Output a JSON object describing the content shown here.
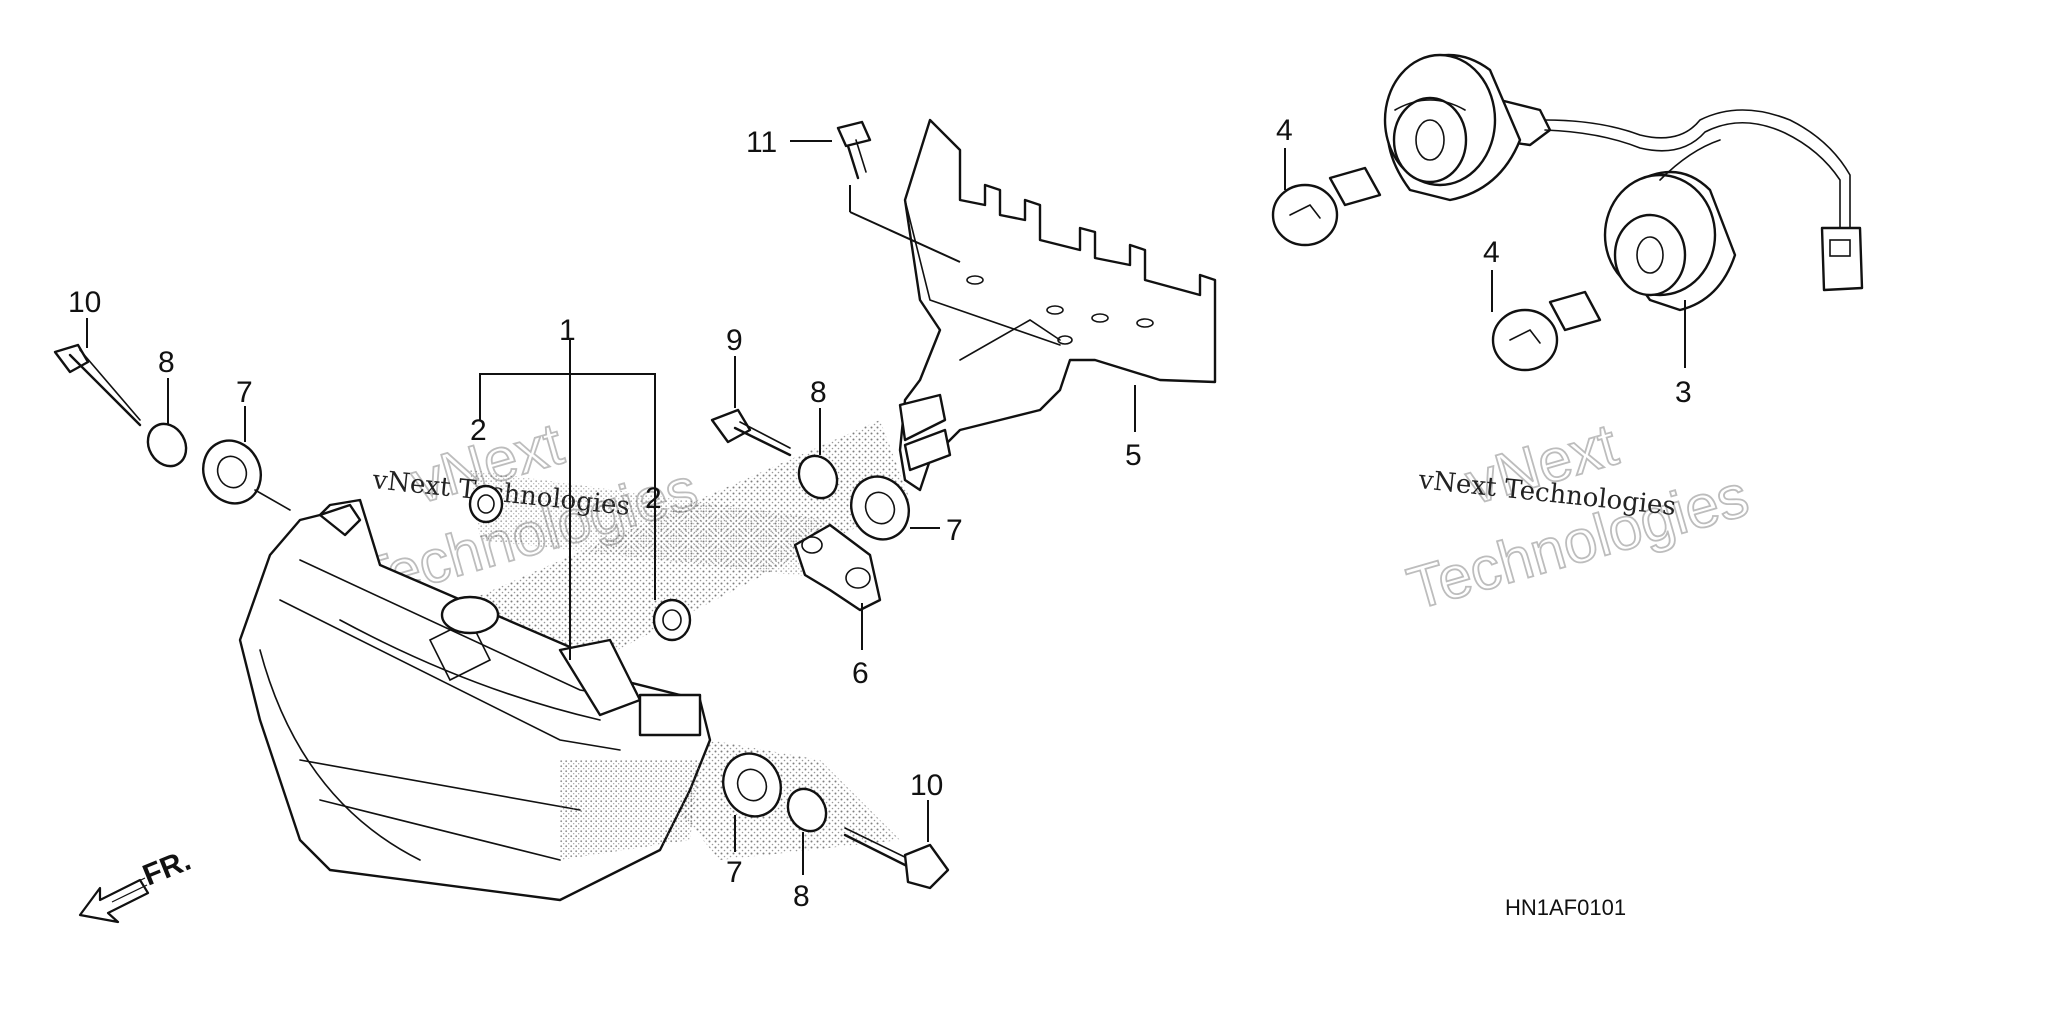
{
  "diagram": {
    "callouts": [
      {
        "id": "c1",
        "label": "1"
      },
      {
        "id": "c2a",
        "label": "2"
      },
      {
        "id": "c2b",
        "label": "2"
      },
      {
        "id": "c3",
        "label": "3"
      },
      {
        "id": "c4a",
        "label": "4"
      },
      {
        "id": "c4b",
        "label": "4"
      },
      {
        "id": "c5",
        "label": "5"
      },
      {
        "id": "c6",
        "label": "6"
      },
      {
        "id": "c7a",
        "label": "7"
      },
      {
        "id": "c7b",
        "label": "7"
      },
      {
        "id": "c7c",
        "label": "7"
      },
      {
        "id": "c8a",
        "label": "8"
      },
      {
        "id": "c8b",
        "label": "8"
      },
      {
        "id": "c8c",
        "label": "8"
      },
      {
        "id": "c9",
        "label": "9"
      },
      {
        "id": "c10a",
        "label": "10"
      },
      {
        "id": "c10b",
        "label": "10"
      },
      {
        "id": "c11",
        "label": "11"
      }
    ],
    "front_label": "FR.",
    "diagram_code": "HN1AF0101",
    "watermark": {
      "line1": "vNext",
      "line2": "Technologies",
      "caption": "vNext Technologies"
    }
  }
}
